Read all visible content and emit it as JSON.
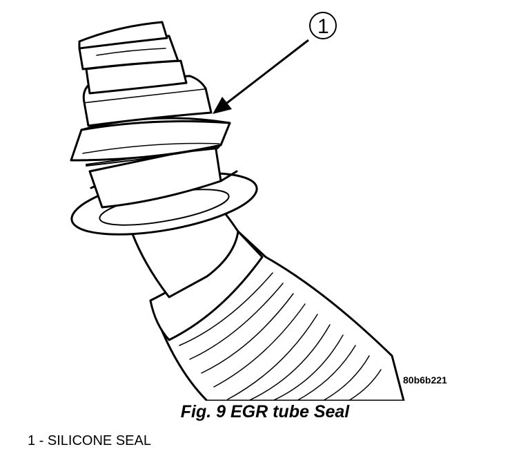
{
  "figure": {
    "callout_number": "1",
    "image_code": "80b6b221",
    "caption": "Fig. 9 EGR tube Seal"
  },
  "legend": [
    {
      "number": "1",
      "separator": " - ",
      "label": "SILICONE SEAL"
    }
  ]
}
